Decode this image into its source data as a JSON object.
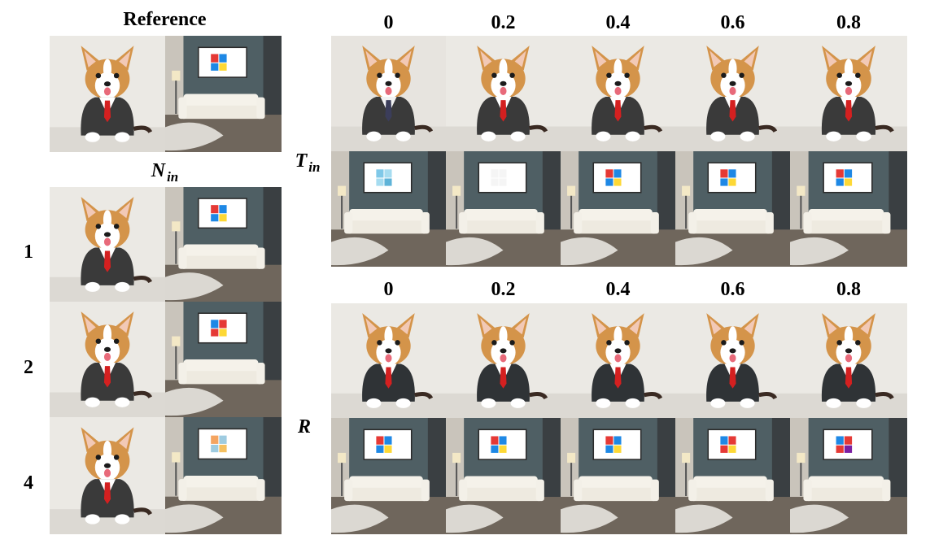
{
  "reference_title": "Reference",
  "n_in_label": {
    "main": "N",
    "sub": "in"
  },
  "t_in_label": {
    "main": "T",
    "sub": "in"
  },
  "r_label": "R",
  "top_columns": [
    "0",
    "0.2",
    "0.4",
    "0.6",
    "0.8"
  ],
  "bottom_columns": [
    "0",
    "0.2",
    "0.4",
    "0.6",
    "0.8"
  ],
  "rows": [
    "1",
    "2",
    "4"
  ],
  "colors": {
    "suit": "#3a3a3a",
    "tie": "#d42020",
    "fur": "#d4944a",
    "room_wall": "#4f5f64",
    "floor": "#6f665c",
    "sofa": "#eeeae0"
  },
  "images": {
    "reference_dog": {
      "icon": "corgi-suit-image",
      "art": [
        "#e53935",
        "#1e88e5",
        "#fdd835"
      ]
    },
    "reference_room": {
      "icon": "living-room-image"
    },
    "t_in_dogs": [
      "corgi-suit-image",
      "corgi-suit-image",
      "corgi-suit-image",
      "corgi-suit-image",
      "corgi-suit-image"
    ],
    "t_in_rooms_art": [
      [
        "#7fc8e8",
        "#a6dcf0",
        "#5eb3d8"
      ],
      [
        "#f5f5f5",
        "#f5f5f5",
        "#f5f5f5"
      ],
      [
        "#e53935",
        "#1e88e5",
        "#fdd835"
      ],
      [
        "#e53935",
        "#1e88e5",
        "#fdd835"
      ],
      [
        "#e53935",
        "#1e88e5",
        "#fdd835"
      ]
    ],
    "r_rooms_art": [
      [
        "#e53935",
        "#1e88e5",
        "#fdd835"
      ],
      [
        "#e53935",
        "#1e88e5",
        "#fdd835"
      ],
      [
        "#e53935",
        "#1e88e5",
        "#fdd835"
      ],
      [
        "#1e88e5",
        "#e53935",
        "#fdd835"
      ],
      [
        "#1e88e5",
        "#e53935",
        "#7b1fa2"
      ]
    ],
    "n_in_rooms_art": [
      [
        "#e53935",
        "#1e88e5",
        "#fdd835"
      ],
      [
        "#1e88e5",
        "#e53935",
        "#fdd835"
      ],
      [
        "#f4a460",
        "#9ecbe0",
        "#f5c060"
      ]
    ]
  }
}
